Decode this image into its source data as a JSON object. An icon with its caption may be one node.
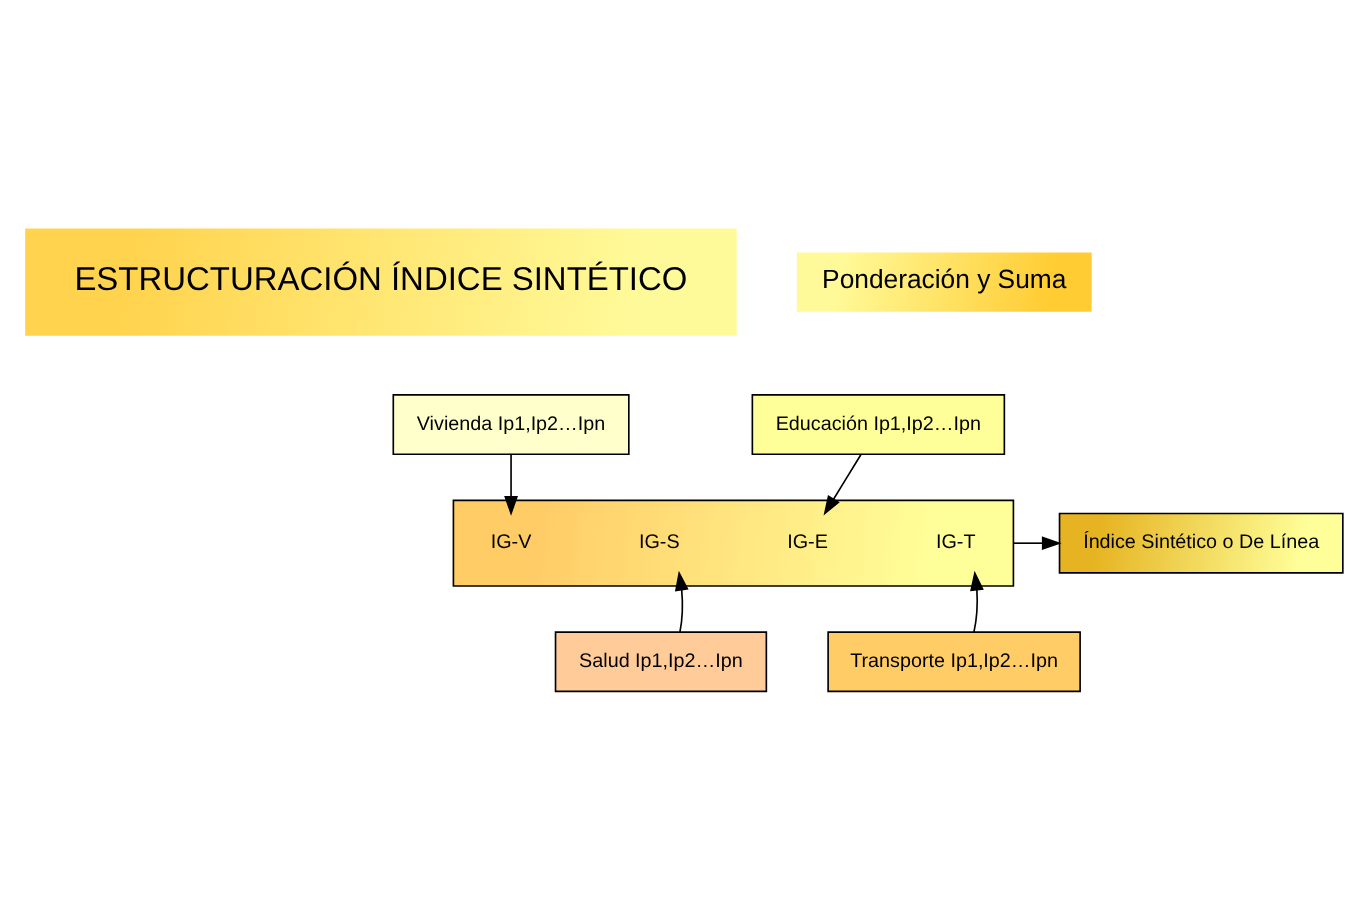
{
  "diagram": {
    "nodes": [
      {
        "text": [
          "ESTRUCTURACIÓN ÍNDICE SINTÉTICO"
        ]
      },
      {
        "text": [
          "Ponderación y Suma"
        ]
      },
      {
        "text": [
          "Vivienda Ip1,Ip2…Ipn"
        ]
      },
      {
        "text": [
          "Educación Ip1,Ip2…Ipn"
        ]
      },
      {
        "text": [],
        "shape": "box"
      },
      {
        "text": [
          "IG-V"
        ],
        "in": 4
      },
      {
        "text": [
          "IG-S"
        ],
        "in": 4
      },
      {
        "text": [
          "IG-E"
        ],
        "in": 4
      },
      {
        "text": [
          "IG-T"
        ],
        "in": 4
      },
      {
        "text": [
          "Índice Sintético o De Línea"
        ]
      },
      {
        "text": [
          "Salud Ip1,Ip2…Ipn"
        ]
      },
      {
        "text": [
          "Transporte Ip1,Ip2…Ipn"
        ]
      }
    ],
    "edges": [
      {
        "from": 2,
        "to": 5,
        "arrow": "to"
      },
      {
        "from": 3,
        "to": 7,
        "arrow": "to"
      },
      {
        "from": 4,
        "to": 9,
        "arrow": "to"
      },
      {
        "from": 10,
        "to": 6,
        "arrow": "to"
      },
      {
        "from": 11,
        "to": 8,
        "arrow": "to"
      }
    ]
  }
}
